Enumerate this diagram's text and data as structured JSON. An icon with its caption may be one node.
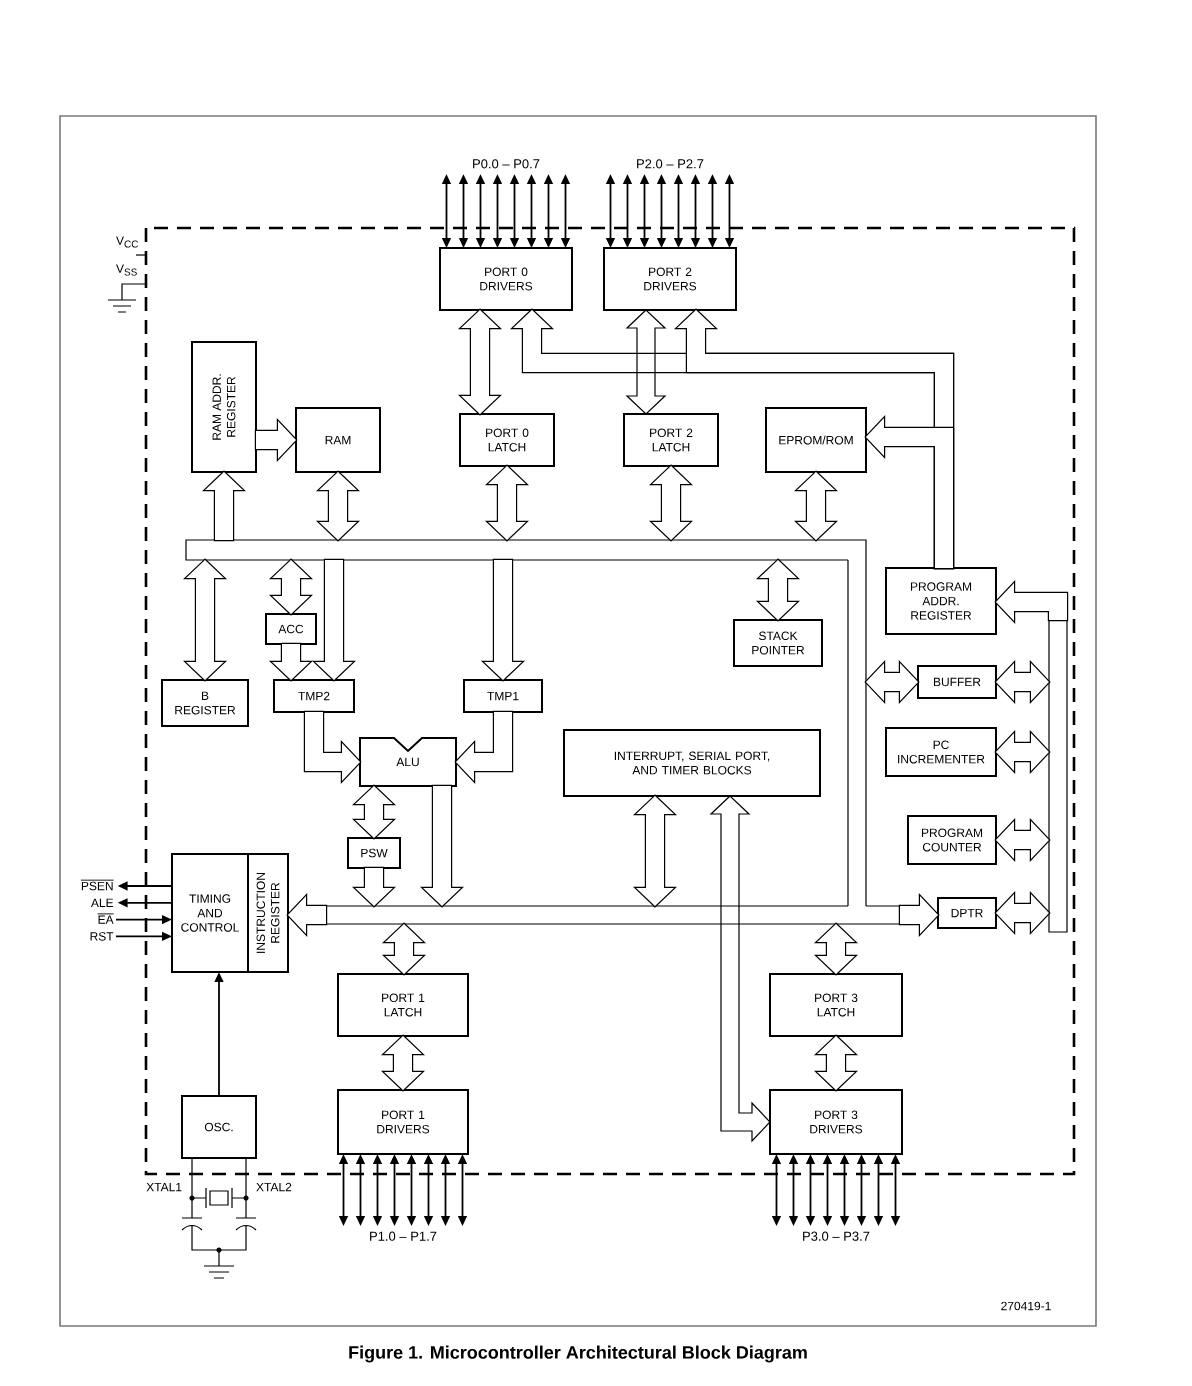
{
  "diagram": {
    "caption": "Figure 1. Microcontroller Architectural Block Diagram",
    "nodes": [
      {
        "text": [
          "P0.0 – P0.7"
        ]
      },
      {
        "text": [
          "P2.0 – P2.7"
        ]
      },
      {
        "text": [
          "PORT 0 DRIVERS"
        ]
      },
      {
        "text": [
          "PORT 2 DRIVERS"
        ]
      },
      {
        "text": [
          "RAM ADDR. REGISTER"
        ]
      },
      {
        "text": [
          "RAM"
        ]
      },
      {
        "text": [
          "PORT 0 LATCH"
        ]
      },
      {
        "text": [
          "PORT 2 LATCH"
        ]
      },
      {
        "text": [
          "EPROM/ROM"
        ]
      },
      {
        "text": [],
        "shape": "bar"
      },
      {
        "text": [
          "ACC"
        ]
      },
      {
        "text": [
          "STACK POINTER"
        ]
      },
      {
        "text": [
          "PROGRAM ADDR. REGISTER"
        ]
      },
      {
        "text": [
          "B REGISTER"
        ]
      },
      {
        "text": [
          "TMP2"
        ]
      },
      {
        "text": [
          "TMP1"
        ]
      },
      {
        "text": [
          "BUFFER"
        ]
      },
      {
        "text": [],
        "shape": "bar"
      },
      {
        "text": [],
        "shape": "bar"
      },
      {
        "text": [
          "ALU"
        ]
      },
      {
        "text": [
          "INTERRUPT, SERIAL PORT, AND TIMER BLOCKS"
        ]
      },
      {
        "text": [
          "PC INCREMENTER"
        ]
      },
      {
        "text": [
          "PSW"
        ]
      },
      {
        "text": [
          "PROGRAM COUNTER"
        ]
      },
      {
        "text": [
          "PSEN"
        ]
      },
      {
        "text": [
          "ALE"
        ]
      },
      {
        "text": [
          "EA"
        ]
      },
      {
        "text": [
          "RST"
        ]
      },
      {
        "text": [
          "TIMING AND CONTROL"
        ]
      },
      {
        "text": [
          "INSTRUCTION REGISTER"
        ]
      },
      {
        "text": [],
        "shape": "bar"
      },
      {
        "text": [
          "DPTR"
        ]
      },
      {
        "text": [
          "PORT 1 LATCH"
        ]
      },
      {
        "text": [
          "PORT 3 LATCH"
        ]
      },
      {
        "text": [
          "PORT 1 DRIVERS"
        ]
      },
      {
        "text": [
          "PORT 3 DRIVERS"
        ]
      },
      {
        "text": [
          "OSC."
        ]
      },
      {
        "text": [
          "P1.0 – P1.7"
        ]
      },
      {
        "text": [
          "P3.0 – P3.7"
        ]
      }
    ],
    "edges": [
      {
        "from": 0,
        "to": 2,
        "arrow": "both"
      },
      {
        "from": 0,
        "to": 2,
        "arrow": "both"
      },
      {
        "from": 0,
        "to": 2,
        "arrow": "both"
      },
      {
        "from": 0,
        "to": 2,
        "arrow": "both"
      },
      {
        "from": 0,
        "to": 2,
        "arrow": "both"
      },
      {
        "from": 0,
        "to": 2,
        "arrow": "both"
      },
      {
        "from": 0,
        "to": 2,
        "arrow": "both"
      },
      {
        "from": 0,
        "to": 2,
        "arrow": "both"
      },
      {
        "from": 1,
        "to": 3,
        "arrow": "both"
      },
      {
        "from": 1,
        "to": 3,
        "arrow": "both"
      },
      {
        "from": 1,
        "to": 3,
        "arrow": "both"
      },
      {
        "from": 1,
        "to": 3,
        "arrow": "both"
      },
      {
        "from": 1,
        "to": 3,
        "arrow": "both"
      },
      {
        "from": 1,
        "to": 3,
        "arrow": "both"
      },
      {
        "from": 1,
        "to": 3,
        "arrow": "both"
      },
      {
        "from": 1,
        "to": 3,
        "arrow": "both"
      },
      {
        "from": 12,
        "to": 2,
        "arrow": "to",
        "style": "thick"
      },
      {
        "from": 12,
        "to": 3,
        "arrow": "to",
        "style": "thick"
      },
      {
        "from": 12,
        "to": 8,
        "arrow": "to",
        "style": "thick"
      },
      {
        "from": 2,
        "to": 6,
        "arrow": "both",
        "style": "thick"
      },
      {
        "from": 3,
        "to": 7,
        "arrow": "both",
        "style": "thick"
      },
      {
        "from": 4,
        "to": 5,
        "arrow": "to",
        "style": "thick"
      },
      {
        "from": 9,
        "to": 4,
        "arrow": "to",
        "style": "thick"
      },
      {
        "from": 5,
        "to": 9,
        "arrow": "both",
        "style": "thick"
      },
      {
        "from": 6,
        "to": 9,
        "arrow": "both",
        "style": "thick"
      },
      {
        "from": 7,
        "to": 9,
        "arrow": "both",
        "style": "thick"
      },
      {
        "from": 8,
        "to": 9,
        "arrow": "both",
        "style": "thick"
      },
      {
        "from": 9,
        "to": 10,
        "arrow": "both",
        "style": "thick"
      },
      {
        "from": 9,
        "to": 11,
        "arrow": "both",
        "style": "thick"
      },
      {
        "from": 9,
        "to": 13,
        "arrow": "both",
        "style": "thick"
      },
      {
        "from": 10,
        "to": 14,
        "arrow": "to",
        "style": "thick"
      },
      {
        "from": 9,
        "to": 14,
        "arrow": "to",
        "style": "thick"
      },
      {
        "from": 9,
        "to": 15,
        "arrow": "to",
        "style": "thick"
      },
      {
        "from": 17,
        "to": 16,
        "arrow": "both",
        "style": "thick"
      },
      {
        "from": 16,
        "to": 18,
        "arrow": "both",
        "style": "thick"
      },
      {
        "from": 18,
        "to": 12,
        "arrow": "to",
        "style": "thick"
      },
      {
        "from": 21,
        "to": 18,
        "arrow": "both",
        "style": "thick"
      },
      {
        "from": 23,
        "to": 18,
        "arrow": "both",
        "style": "thick"
      },
      {
        "from": 31,
        "to": 18,
        "arrow": "both",
        "style": "thick"
      },
      {
        "from": 14,
        "to": 19,
        "arrow": "to",
        "style": "thick"
      },
      {
        "from": 15,
        "to": 19,
        "arrow": "to",
        "style": "thick"
      },
      {
        "from": 19,
        "to": 22,
        "arrow": "both",
        "style": "thick"
      },
      {
        "from": 22,
        "to": 30,
        "arrow": "to",
        "style": "thick"
      },
      {
        "from": 19,
        "to": 30,
        "arrow": "to",
        "style": "thick"
      },
      {
        "from": 20,
        "to": 30,
        "arrow": "both",
        "style": "thick"
      },
      {
        "from": 30,
        "to": 29,
        "arrow": "to",
        "style": "thick"
      },
      {
        "from": 30,
        "to": 31,
        "arrow": "to",
        "style": "thick"
      },
      {
        "from": 20,
        "to": 35,
        "arrow": "both",
        "style": "thick"
      },
      {
        "from": 28,
        "to": 24,
        "arrow": "to"
      },
      {
        "from": 28,
        "to": 25,
        "arrow": "to"
      },
      {
        "from": 26,
        "to": 28,
        "arrow": "to"
      },
      {
        "from": 27,
        "to": 28,
        "arrow": "to"
      },
      {
        "from": 36,
        "to": 28,
        "arrow": "to"
      },
      {
        "from": 30,
        "to": 32,
        "arrow": "both",
        "style": "thick"
      },
      {
        "from": 30,
        "to": 33,
        "arrow": "both",
        "style": "thick"
      },
      {
        "from": 32,
        "to": 34,
        "arrow": "both",
        "style": "thick"
      },
      {
        "from": 33,
        "to": 35,
        "arrow": "both",
        "style": "thick"
      },
      {
        "from": 34,
        "to": 37,
        "arrow": "both"
      },
      {
        "from": 34,
        "to": 37,
        "arrow": "both"
      },
      {
        "from": 34,
        "to": 37,
        "arrow": "both"
      },
      {
        "from": 34,
        "to": 37,
        "arrow": "both"
      },
      {
        "from": 34,
        "to": 37,
        "arrow": "both"
      },
      {
        "from": 34,
        "to": 37,
        "arrow": "both"
      },
      {
        "from": 34,
        "to": 37,
        "arrow": "both"
      },
      {
        "from": 34,
        "to": 37,
        "arrow": "both"
      },
      {
        "from": 35,
        "to": 38,
        "arrow": "both"
      },
      {
        "from": 35,
        "to": 38,
        "arrow": "both"
      },
      {
        "from": 35,
        "to": 38,
        "arrow": "both"
      },
      {
        "from": 35,
        "to": 38,
        "arrow": "both"
      },
      {
        "from": 35,
        "to": 38,
        "arrow": "both"
      },
      {
        "from": 35,
        "to": 38,
        "arrow": "both"
      },
      {
        "from": 35,
        "to": 38,
        "arrow": "both"
      },
      {
        "from": 35,
        "to": 38,
        "arrow": "both"
      }
    ],
    "labels": [
      "V$_{CC}$",
      "V$_{SS}$",
      "XTAL1",
      "XTAL2",
      "270419-1"
    ]
  }
}
